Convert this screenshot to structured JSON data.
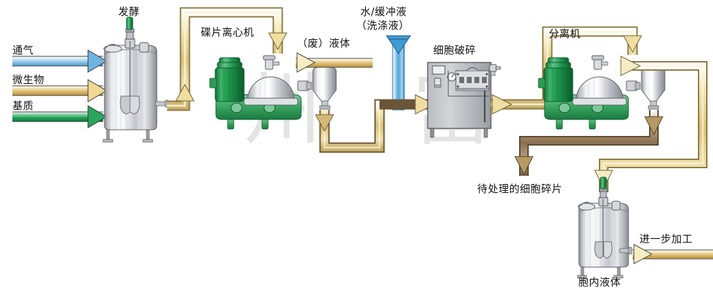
{
  "diagram": {
    "title_watermark": "州富",
    "labels": {
      "aeration": "通气",
      "microorganism": "微生物",
      "substrate": "基质",
      "fermentation": "发酵",
      "disc_centrifuge": "碟片离心机",
      "waste_liquid": "（废）液体",
      "wash_liquid_line1": "水/缓冲液",
      "wash_liquid_line2": "（洗涤液）",
      "cell_disruption": "细胞破碎",
      "separator": "分离机",
      "cell_debris": "待处理的细胞碎片",
      "intracellular_liquid": "胞内液体",
      "further_processing": "进一步加工"
    },
    "colors": {
      "aeration_stream": "#5aa8dc",
      "microorganism_stream": "#d9b25c",
      "substrate_stream": "#1a9b52",
      "pipe_gold": "#d8c27a",
      "pipe_gold_light": "#f2e4ae",
      "pipe_brown": "#8a7050",
      "pipe_blue": "#4aa3da",
      "arrow_gold": "#f0e0a8",
      "arrow_brown": "#b59a63",
      "arrow_blue": "#3f9ad4",
      "equipment_green": "#2e9b4e",
      "equipment_steel": "#c9ccd1",
      "equipment_gray": "#9a9da2",
      "outline": "#333333"
    },
    "equipment": [
      {
        "name": "fermenter-tank",
        "label": "发酵"
      },
      {
        "name": "disc-centrifuge",
        "label": "碟片离心机"
      },
      {
        "name": "homogenizer",
        "label": "细胞破碎"
      },
      {
        "name": "separator",
        "label": "分离机"
      },
      {
        "name": "product-tank",
        "label": "胞内液体"
      }
    ],
    "streams": [
      {
        "name": "aeration-inlet",
        "label": "通气",
        "color": "#5aa8dc",
        "direction": "right"
      },
      {
        "name": "microorganism-inlet",
        "label": "微生物",
        "color": "#d9b25c",
        "direction": "right"
      },
      {
        "name": "substrate-inlet",
        "label": "基质",
        "color": "#1a9b52",
        "direction": "right"
      },
      {
        "name": "waste-liquid-outlet",
        "label": "（废）液体",
        "color": "#d8c27a",
        "direction": "right"
      },
      {
        "name": "wash-liquid-inlet",
        "label": "水/缓冲液（洗涤液）",
        "color": "#4aa3da",
        "direction": "down"
      },
      {
        "name": "cell-debris-outlet",
        "label": "待处理的细胞碎片",
        "color": "#8a7050",
        "direction": "down"
      },
      {
        "name": "further-processing-outlet",
        "label": "进一步加工",
        "color": "#d8c27a",
        "direction": "right"
      }
    ]
  }
}
